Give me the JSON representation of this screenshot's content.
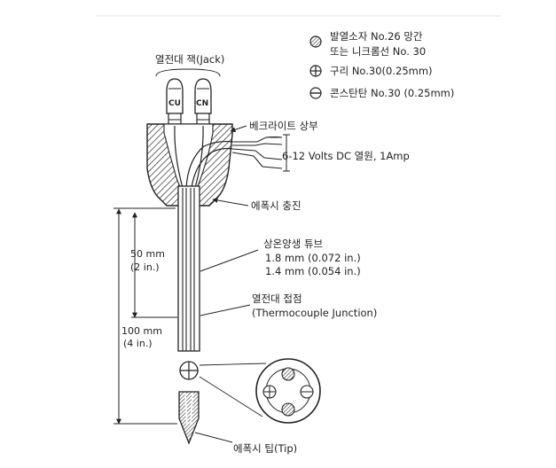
{
  "legend": {
    "items": [
      {
        "icon": "hatched-circle",
        "lines": [
          "발열소자 No.26 망간",
          "또는 니크롬선 No. 30"
        ]
      },
      {
        "icon": "cross-circle",
        "lines": [
          "구리 No.30(0.25mm)"
        ]
      },
      {
        "icon": "bar-circle",
        "lines": [
          "콘스탄탄 No.30 (0.25mm)"
        ]
      }
    ]
  },
  "labels": {
    "jack": "열전대 잭(Jack)",
    "jack_cu": "CU",
    "jack_cn": "CN",
    "bakelite": "베크라이트 상부",
    "power": "6-12 Volts DC 열원, 1Amp",
    "epoxy_fill": "에폭시 충진",
    "tube_title": "상온양생 튜브",
    "tube_od": "1.8 mm (0.072 in.)",
    "tube_id": "1.4 mm (0.054 in.)",
    "junction_1": "열전대 접점",
    "junction_2": "(Thermocouple Junction)",
    "dim50_mm": "50 mm",
    "dim50_in": "(2 in.)",
    "dim100_mm": "100 mm",
    "dim100_in": "(4 in.)",
    "tip": "에폭시 팁(Tip)"
  },
  "colors": {
    "ink": "#222222",
    "hatch": "#555555"
  }
}
